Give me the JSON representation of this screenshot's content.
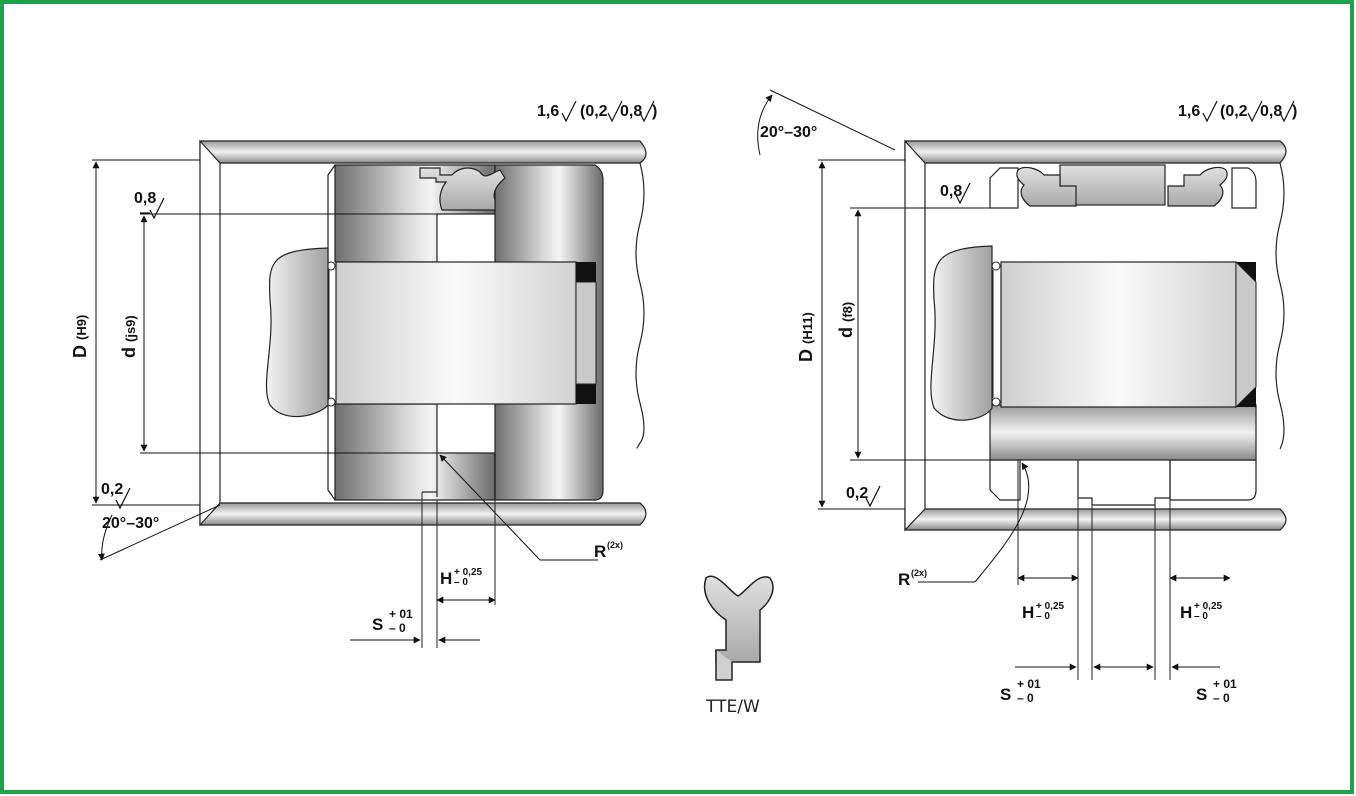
{
  "colors": {
    "frame": "#1fa34a",
    "metal_dark": "#7a7a7a",
    "metal_light": "#e6e6e6",
    "seal": "#c8c8c8",
    "ink": "#111111"
  },
  "left": {
    "roughness_top": "1,6",
    "roughness_top_paren": "(0,2",
    "roughness_top_paren_b": "0,8",
    "roughness_close": ")",
    "roughness_groove": "0,8",
    "roughness_bottom": "0,2",
    "chamfer_angle": "20°–30°",
    "dim_D": "D",
    "dim_D_tol": "(H9)",
    "dim_d": "d",
    "dim_d_tol": "(js9)",
    "radius": "R",
    "radius_count": "(2x)",
    "dim_H": "H",
    "dim_H_tol_upper": "+ 0,25",
    "dim_H_tol_lower": "– 0",
    "dim_S": "S",
    "dim_S_tol_upper": "+ 01",
    "dim_S_tol_lower": "– 0"
  },
  "right": {
    "roughness_top": "1,6",
    "roughness_top_paren": "(0,2",
    "roughness_top_paren_b": "0,8",
    "roughness_close": ")",
    "roughness_groove": "0,8",
    "roughness_bottom": "0,2",
    "chamfer_angle": "20°–30°",
    "dim_D": "D",
    "dim_D_tol": "(H11)",
    "dim_d": "d",
    "dim_d_tol": "(f8)",
    "radius": "R",
    "radius_count": "(2x)",
    "dim_H": "H",
    "dim_H_tol_upper": "+ 0,25",
    "dim_H_tol_lower": "– 0",
    "dim_S": "S",
    "dim_S_tol_upper": "+ 01",
    "dim_S_tol_lower": "– 0"
  },
  "profile_caption": "TTE/W"
}
